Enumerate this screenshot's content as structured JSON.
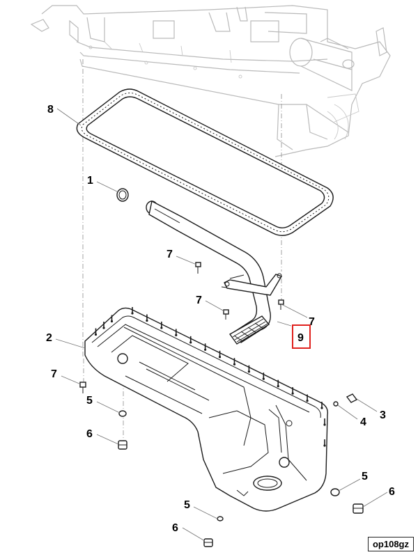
{
  "callouts": {
    "c1": "1",
    "c2": "2",
    "c3": "3",
    "c4": "4",
    "c5a": "5",
    "c5b": "5",
    "c5c": "5",
    "c6a": "6",
    "c6b": "6",
    "c6c": "6",
    "c7a": "7",
    "c7b": "7",
    "c7c": "7",
    "c7d": "7",
    "c8": "8",
    "c9": "9"
  },
  "highlight": {
    "callout": "9",
    "color": "#e0211d"
  },
  "reference_code": "op108gz"
}
